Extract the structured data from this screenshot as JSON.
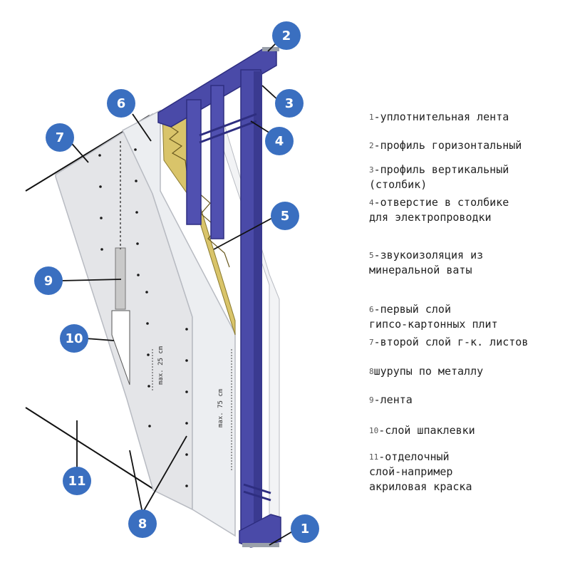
{
  "colors": {
    "callout": "#3a6fc0",
    "profile": "#4a4aa8",
    "profile_dark": "#2e2e80",
    "board": "#e4e5e8",
    "board_edge": "#b8bbc2",
    "insulation": "#d9c46a",
    "ink": "#111111"
  },
  "callouts": [
    {
      "number": "1"
    },
    {
      "number": "2"
    },
    {
      "number": "3"
    },
    {
      "number": "4"
    },
    {
      "number": "5"
    },
    {
      "number": "6"
    },
    {
      "number": "7"
    },
    {
      "number": "8"
    },
    {
      "number": "9"
    },
    {
      "number": "10"
    },
    {
      "number": "11"
    }
  ],
  "dimensions": {
    "screw_spacing": "max. 25 cm",
    "stud_spacing": "max. 75 cm"
  },
  "legend": [
    {
      "number": "1",
      "lines": [
        "-уплотнительная лента"
      ]
    },
    {
      "number": "2",
      "lines": [
        "-профиль горизонтальный"
      ]
    },
    {
      "number": "3",
      "lines": [
        "-профиль вертикальный",
        "(столбик)"
      ]
    },
    {
      "number": "4",
      "lines": [
        "-отверстие в столбике",
        "для электропроводки"
      ]
    },
    {
      "number": "5",
      "lines": [
        "-звукоизоляция из",
        "минеральной ваты"
      ]
    },
    {
      "number": "6",
      "lines": [
        "-первый слой",
        "гипсо-картонных плит"
      ]
    },
    {
      "number": "7",
      "lines": [
        "-второй слой г-к. листов"
      ]
    },
    {
      "number": "8",
      "lines": [
        "шурупы по металлу"
      ]
    },
    {
      "number": "9",
      "lines": [
        "-лента"
      ]
    },
    {
      "number": "10",
      "lines": [
        "-слой шпаклевки"
      ]
    },
    {
      "number": "11",
      "lines": [
        "-отделочный",
        "слой-например",
        "акриловая краска"
      ]
    }
  ]
}
